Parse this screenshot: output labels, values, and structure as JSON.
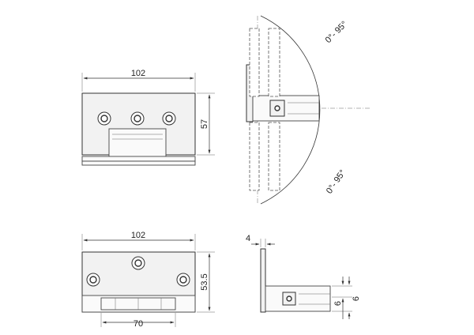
{
  "dimensions": {
    "top_width": "102",
    "top_height": "57",
    "bottom_width": "102",
    "bottom_height": "53.5",
    "bottom_spacing": "70",
    "plate_thickness": "4",
    "glass_gap_a": "6",
    "glass_gap_b": "6"
  },
  "rotation": {
    "upper_range": "0°- 95°",
    "lower_range": "0°- 95°"
  },
  "colors": {
    "line": "#333333",
    "fill": "#f2f2f2",
    "background": "#ffffff"
  }
}
